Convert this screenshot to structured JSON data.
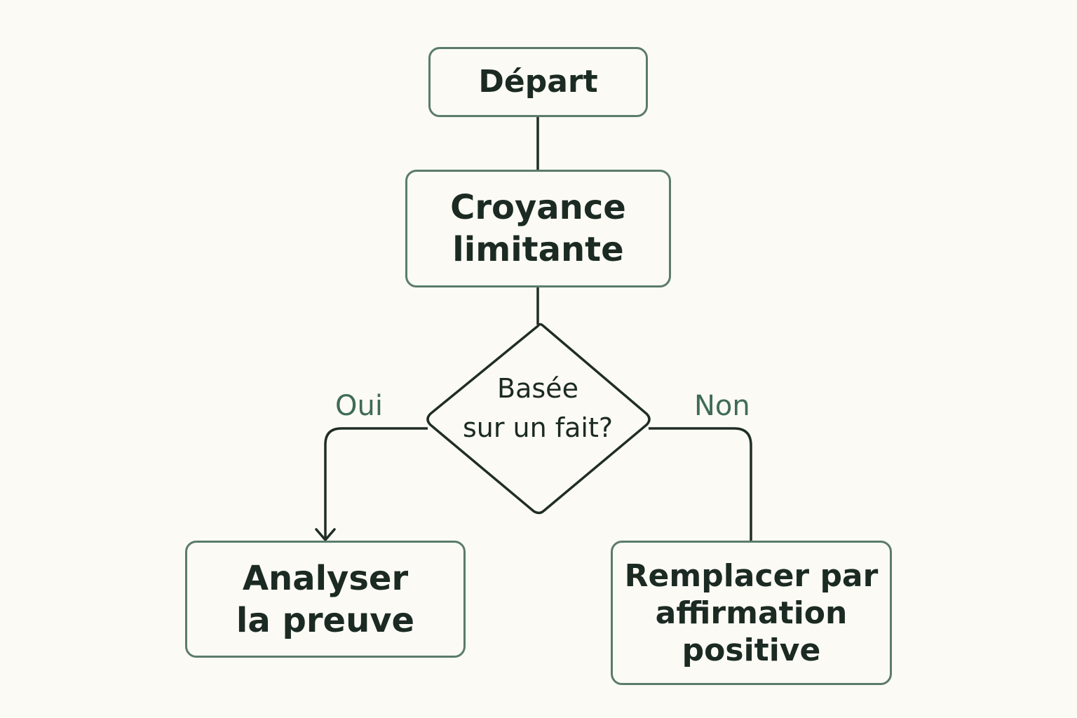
{
  "diagram": {
    "nodes": {
      "start": {
        "lines": [
          "Départ"
        ]
      },
      "belief": {
        "lines": [
          "Croyance",
          "limitante"
        ]
      },
      "decision": {
        "lines": [
          "Basée",
          "sur un fait?"
        ]
      },
      "analyse": {
        "lines": [
          "Analyser",
          "la preuve"
        ]
      },
      "replace": {
        "lines": [
          "Remplacer par",
          "affirmation",
          "positive"
        ]
      }
    },
    "branches": {
      "yes": "Oui",
      "no": "Non"
    },
    "edges": [
      {
        "from": "start",
        "to": "belief"
      },
      {
        "from": "belief",
        "to": "decision"
      },
      {
        "from": "decision",
        "to": "analyse",
        "label": "Oui",
        "arrow": true
      },
      {
        "from": "decision",
        "to": "replace",
        "label": "Non",
        "arrow": false
      }
    ],
    "colors": {
      "background": "#fbfaf4",
      "box_border": "#5b7b6a",
      "line": "#1f2d25",
      "text": "#1b2a22",
      "branch_label": "#3f6b55"
    }
  }
}
